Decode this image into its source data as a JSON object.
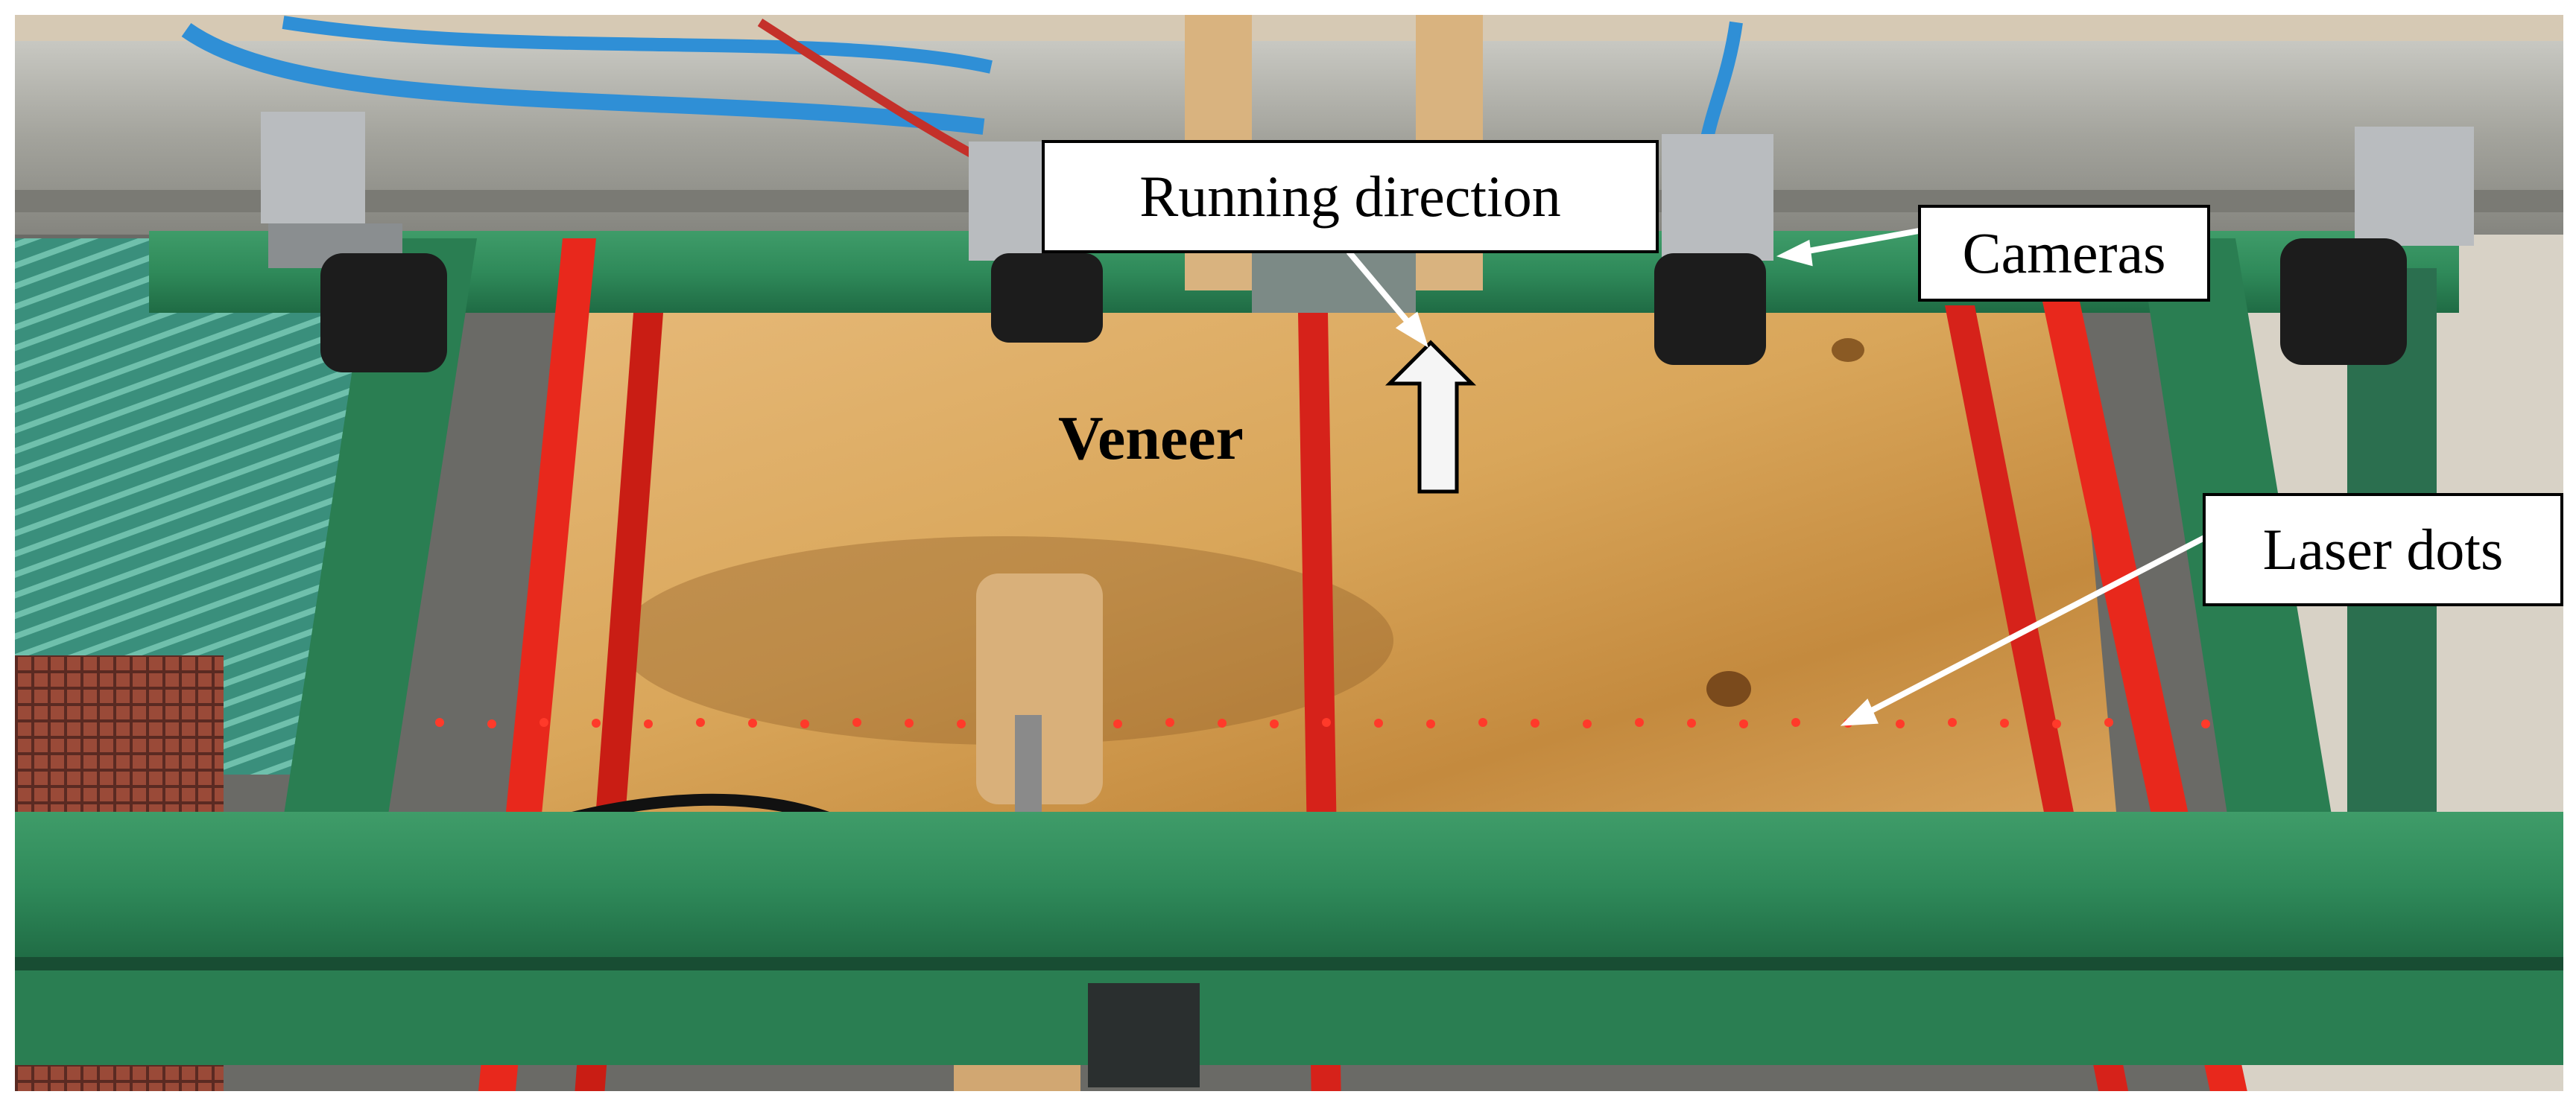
{
  "labels": {
    "running_direction": "Running direction",
    "cameras": "Cameras",
    "laser_dots": "Laser dots",
    "veneer": "Veneer"
  },
  "colors": {
    "veneer_wood": "#d9a65a",
    "frame_green": "#2f8a5a",
    "laser_red": "#e8281c",
    "rail_grey": "#9a9a94",
    "camera_dark": "#1c1c1c"
  }
}
